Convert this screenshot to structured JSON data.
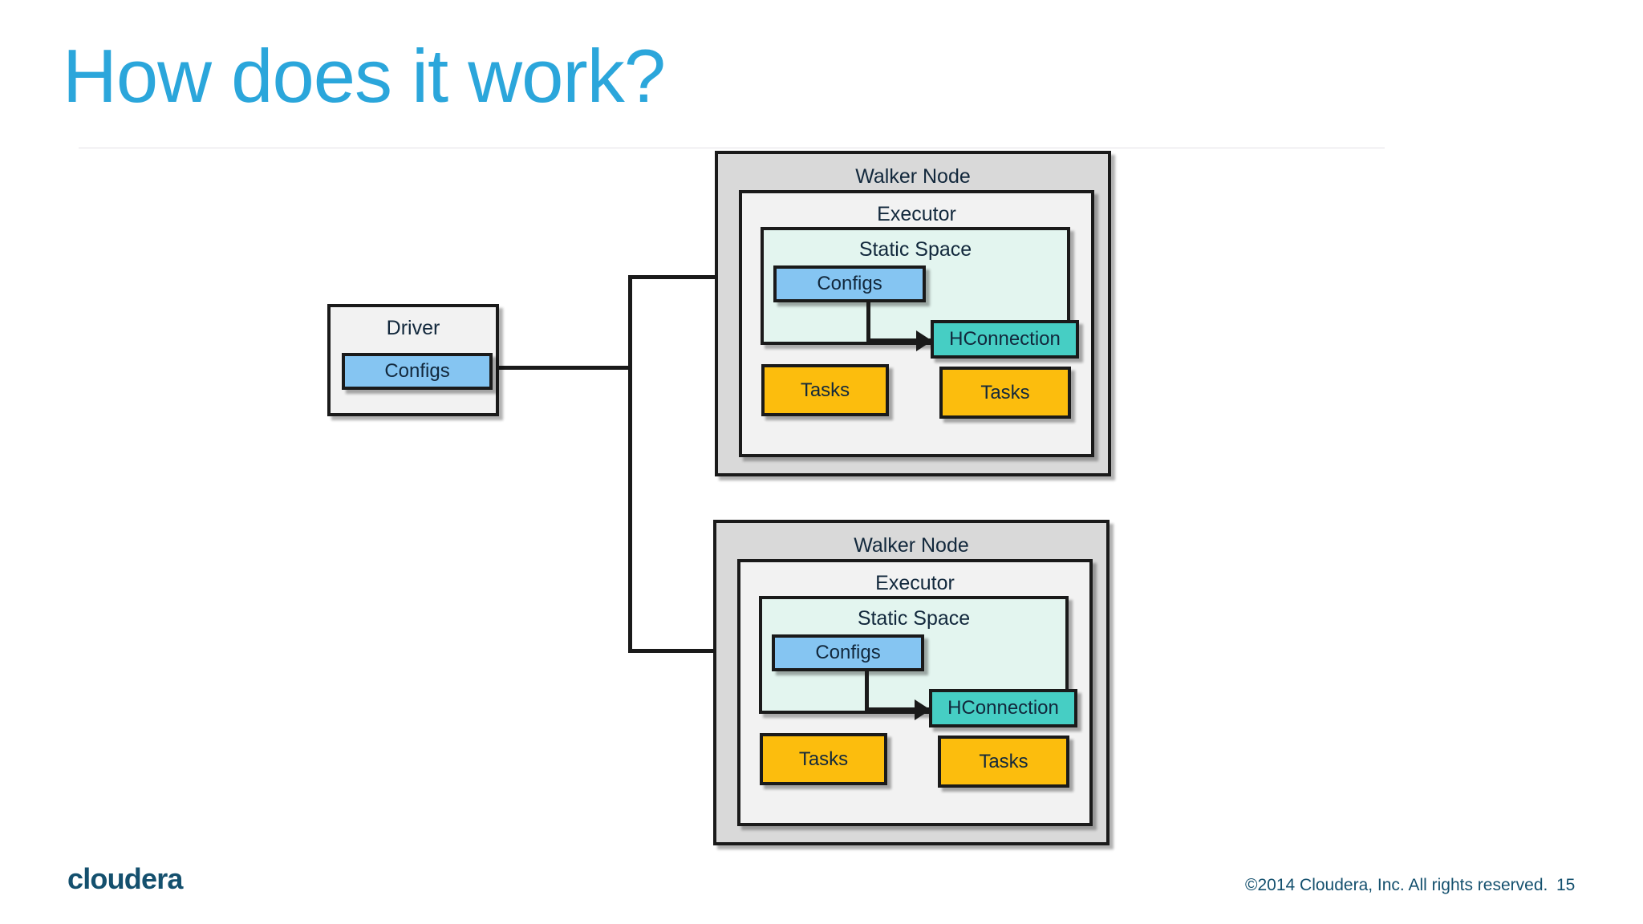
{
  "slide": {
    "title": "How does it work?",
    "accent_color": "#2ba6db",
    "brand_color": "#14506e",
    "background": "#ffffff"
  },
  "footer": {
    "logo_text": "cloudera",
    "copyright": "©2014 Cloudera, Inc. All rights reserved.",
    "page_number": "15"
  },
  "diagram": {
    "type": "architecture-flow",
    "driver": {
      "label": "Driver",
      "fill": "#f2f2f2",
      "children": [
        {
          "label": "Configs",
          "fill": "#85c5f2"
        }
      ]
    },
    "walker_nodes": [
      {
        "label": "Walker Node",
        "fill": "#d9d9d9",
        "executor": {
          "label": "Executor",
          "fill": "#f2f2f2",
          "static_space": {
            "label": "Static Space",
            "fill": "#e3f5ef",
            "configs": {
              "label": "Configs",
              "fill": "#85c5f2"
            },
            "hconnection": {
              "label": "HConnection",
              "fill": "#46cec4"
            }
          },
          "tasks": [
            {
              "label": "Tasks",
              "fill": "#fcbd0d"
            },
            {
              "label": "Tasks",
              "fill": "#fcbd0d"
            }
          ]
        }
      },
      {
        "label": "Walker Node",
        "fill": "#d9d9d9",
        "executor": {
          "label": "Executor",
          "fill": "#f2f2f2",
          "static_space": {
            "label": "Static Space",
            "fill": "#e3f5ef",
            "configs": {
              "label": "Configs",
              "fill": "#85c5f2"
            },
            "hconnection": {
              "label": "HConnection",
              "fill": "#46cec4"
            }
          },
          "tasks": [
            {
              "label": "Tasks",
              "fill": "#fcbd0d"
            },
            {
              "label": "Tasks",
              "fill": "#fcbd0d"
            }
          ]
        }
      }
    ],
    "connectors": [
      {
        "from": "driver.configs",
        "to": "walker_nodes.0.executor.static_space.configs",
        "style": "elbow-arrow"
      },
      {
        "from": "driver.configs",
        "to": "walker_nodes.1.executor.static_space.configs",
        "style": "elbow-arrow"
      },
      {
        "from": "walker_nodes.0.executor.static_space.configs",
        "to": "walker_nodes.0.executor.static_space.hconnection",
        "style": "elbow-arrow"
      },
      {
        "from": "walker_nodes.1.executor.static_space.configs",
        "to": "walker_nodes.1.executor.static_space.hconnection",
        "style": "elbow-arrow"
      }
    ]
  }
}
